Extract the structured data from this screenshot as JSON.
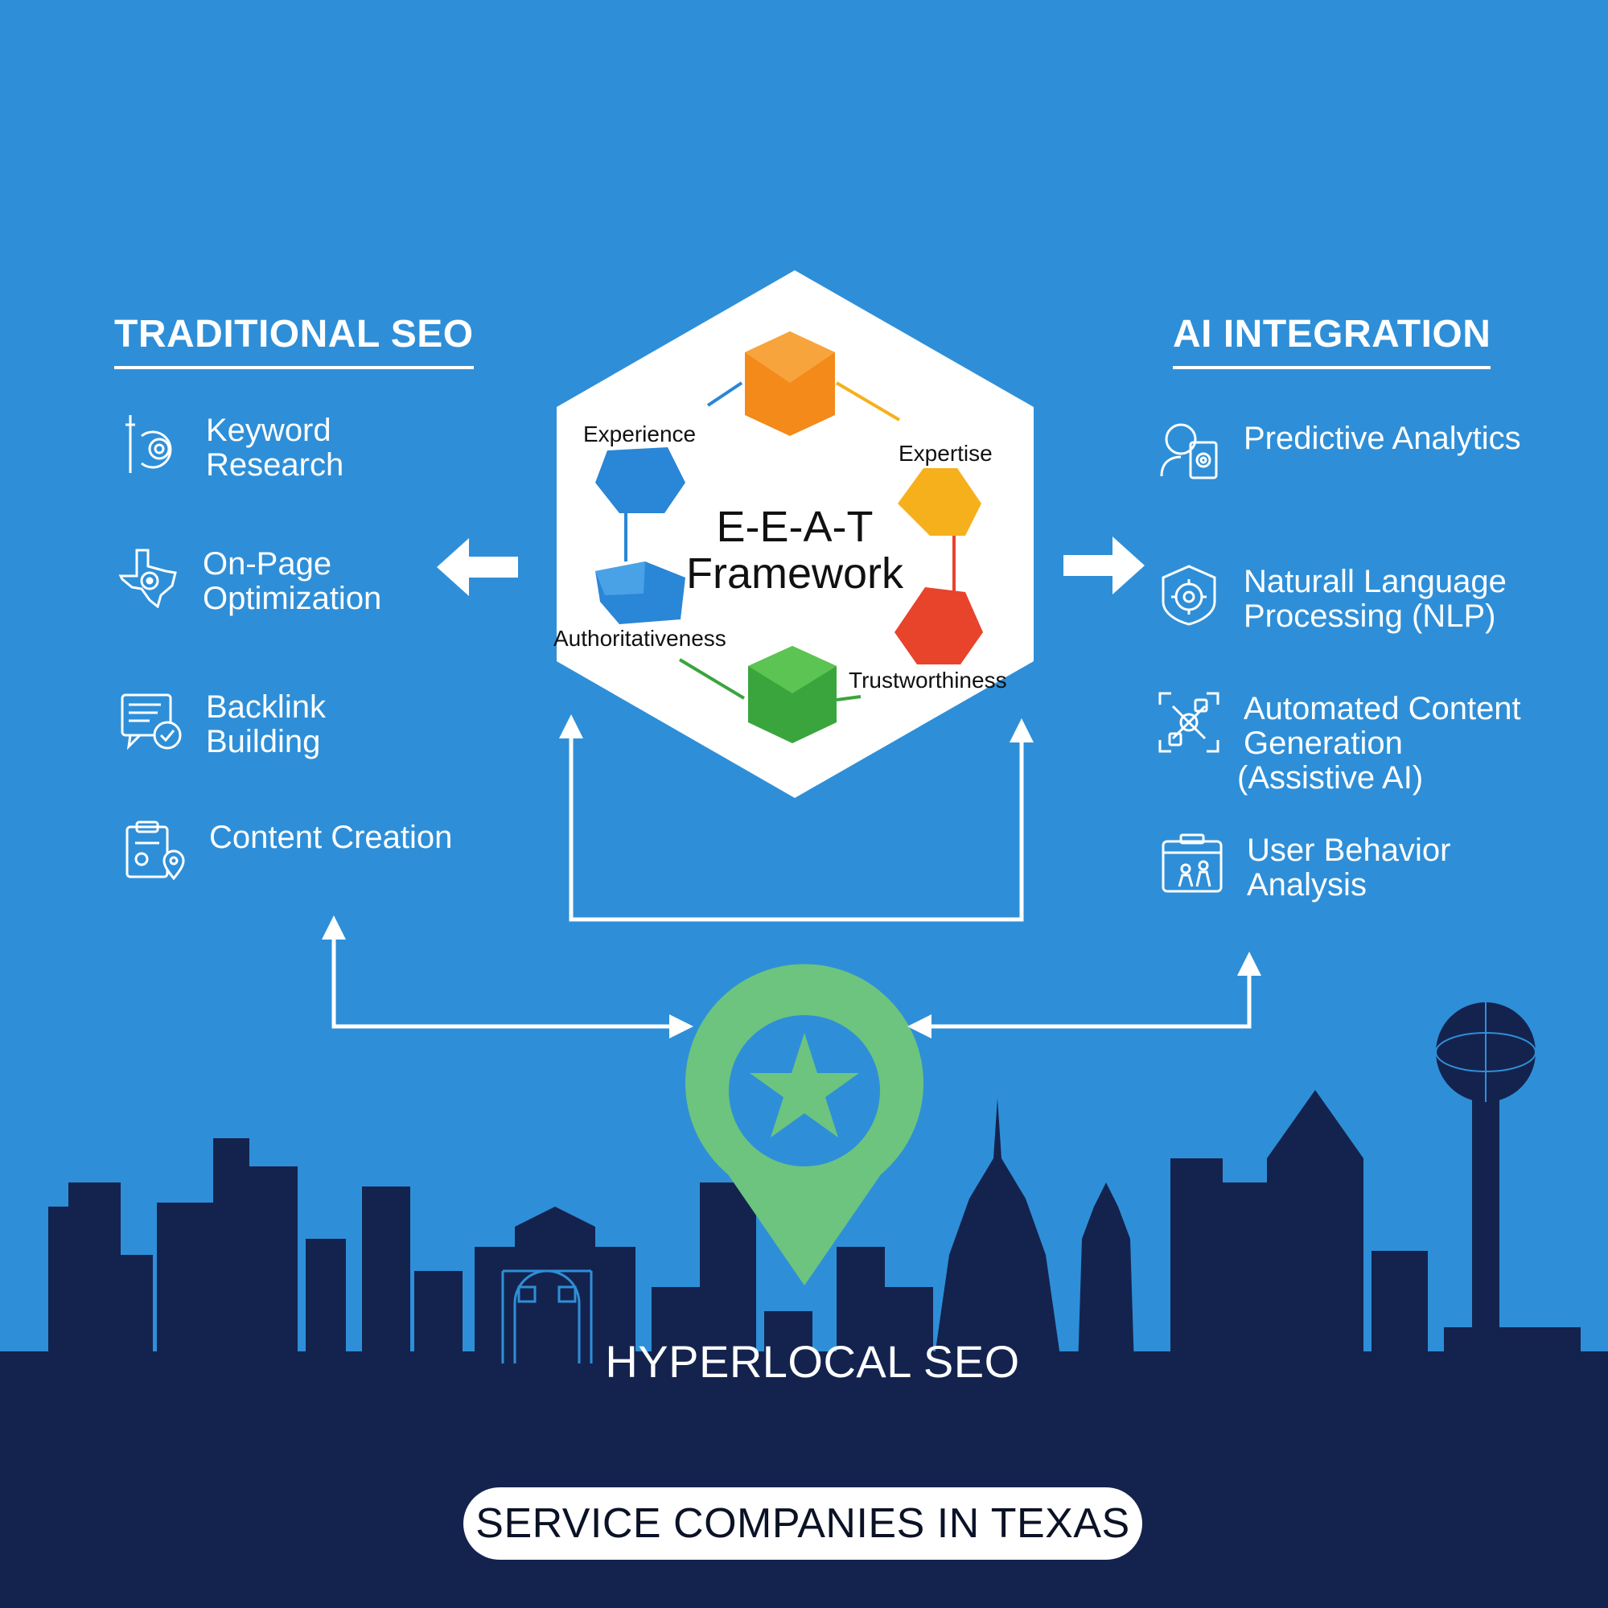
{
  "traditional": {
    "title": "TRADITIONAL SEO",
    "items": [
      {
        "label_line1": "Keyword",
        "label_line2": "Research",
        "icon": "keyword-research-icon"
      },
      {
        "label_line1": "On-Page",
        "label_line2": "Optimization",
        "icon": "texas-map-icon"
      },
      {
        "label_line1": "Backlink",
        "label_line2": "Building",
        "icon": "backlink-document-icon"
      },
      {
        "label_line1": "Content Creation",
        "label_line2": "",
        "icon": "content-clipboard-icon"
      }
    ]
  },
  "ai": {
    "title": "AI INTEGRATION",
    "items": [
      {
        "label_line1": "Predictive Analytics",
        "label_line2": "",
        "label_line3": "",
        "icon": "predictive-analytics-icon"
      },
      {
        "label_line1": "Naturall Language",
        "label_line2": "Processing (NLP)",
        "label_line3": "",
        "icon": "nlp-gear-icon"
      },
      {
        "label_line1": "Automated Content",
        "label_line2": "Generation",
        "label_line3": "(Assistive AI)",
        "icon": "automation-icon"
      },
      {
        "label_line1": "User Behavior",
        "label_line2": "Analysis",
        "label_line3": "",
        "icon": "user-behavior-icon"
      }
    ]
  },
  "eeat": {
    "title_line1": "E-E-A-T",
    "title_line2": "Framework",
    "experience": "Experience",
    "expertise": "Expertise",
    "authoritativeness": "Authoritativeness",
    "trustworthiness": "Trustworthiness"
  },
  "hyperlocal": "HYPERLOCAL SEO",
  "badge": "SERVICE COMPANIES IN TEXAS",
  "colors": {
    "background": "#2e8fd8",
    "skyline": "#14234e",
    "pin": "#6cc47f",
    "orange": "#f38a1a",
    "yellow": "#f6b01c",
    "red": "#e8432b",
    "green": "#3aa53d",
    "blue": "#2a86d6"
  }
}
